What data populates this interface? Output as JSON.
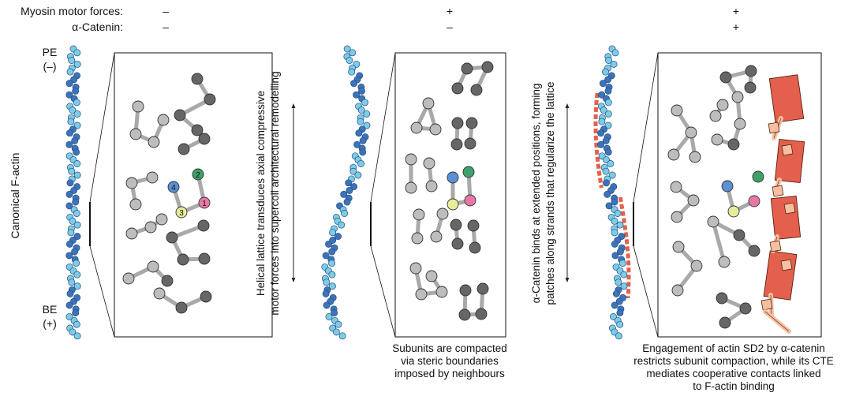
{
  "header": {
    "row1_label": "Myosin motor forces:",
    "row2_label": "α-Catenin:",
    "panel1": {
      "myosin": "–",
      "catenin": "–"
    },
    "panel2": {
      "myosin": "+",
      "catenin": "–"
    },
    "panel3": {
      "myosin": "+",
      "catenin": "+"
    }
  },
  "side_label": "Canonical F-actin",
  "ends": {
    "pointed": "PE",
    "pointed_sign": "(–)",
    "barbed": "BE",
    "barbed_sign": "(+)"
  },
  "numbered_subunits": [
    "1",
    "2",
    "3",
    "4"
  ],
  "subunit_colors": {
    "1": "#e879a6",
    "2": "#3fa06a",
    "3": "#e6ee9a",
    "4": "#5b8fd6"
  },
  "colors": {
    "light_actin": "#7fcbe6",
    "dark_actin": "#3f73b8",
    "grey_subunit": "#bdbdbd",
    "dark_subunit": "#666666",
    "catenin": "#e2604c",
    "cte": "#f6c0a0"
  },
  "annotations": {
    "middle_vertical_line1": "Helical lattice transduces axial compressive",
    "middle_vertical_line2": "motor forces into supercoil architectural remodelling",
    "right_vertical_line1": "α-Catenin binds at extended positions, forming",
    "right_vertical_line2": "patches along strands that regularize the lattice"
  },
  "captions": {
    "panel2": [
      "Subunits are compacted",
      "via steric boundaries",
      "imposed by neighbours"
    ],
    "panel3": [
      "Engagement of actin SD2 by α-catenin",
      "restricts subunit compaction, while its CTE",
      "mediates cooperative contacts linked",
      "to F-actin binding"
    ]
  }
}
